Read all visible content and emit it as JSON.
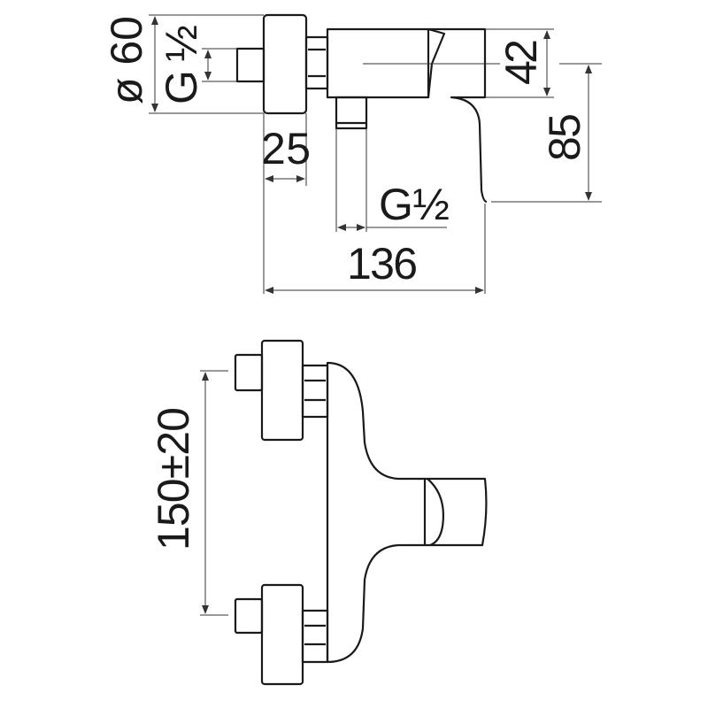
{
  "title": "Wall-mounted single-lever shower mixer technical drawing",
  "dimensions": {
    "diameter": "ø 60",
    "thread_inlet": "G½",
    "body_height": "42",
    "lever_height": "85",
    "flange_depth": "25",
    "thread_outlet": "G½",
    "total_depth": "136",
    "center_distance": "150±20"
  },
  "colors": {
    "line": "#1a1a1a",
    "background": "#ffffff"
  }
}
